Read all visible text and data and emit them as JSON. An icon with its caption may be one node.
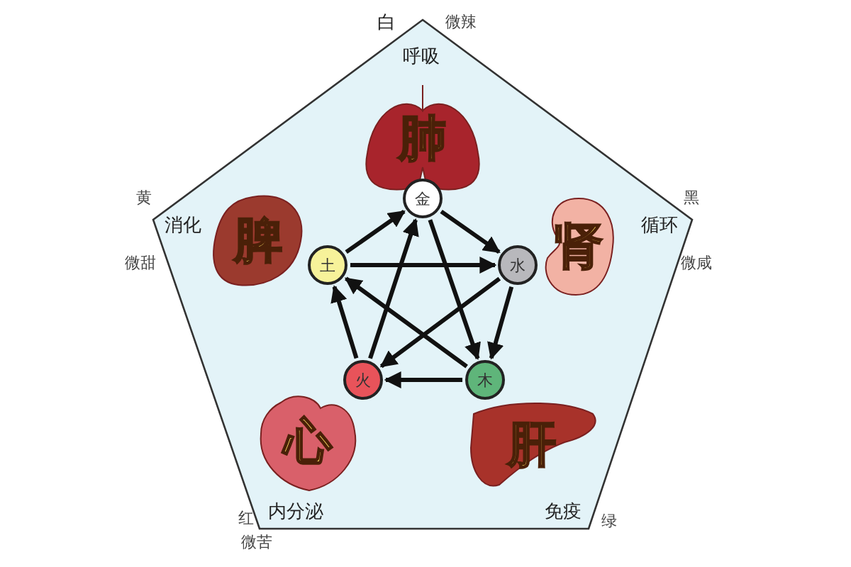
{
  "diagram": {
    "nodes": [
      {
        "text": [
          "肺"
        ]
      },
      {
        "text": [
          "金"
        ]
      },
      {
        "text": [
          "脾"
        ]
      },
      {
        "text": [
          "肾"
        ]
      },
      {
        "text": [
          "土"
        ]
      },
      {
        "text": [
          "水"
        ]
      },
      {
        "text": [
          "火"
        ]
      },
      {
        "text": [
          "木"
        ]
      },
      {
        "text": [
          "心"
        ]
      },
      {
        "text": [
          "肝"
        ]
      }
    ],
    "edges": [
      {
        "from": 4,
        "to": 1,
        "arrow": "to"
      },
      {
        "from": 1,
        "to": 5,
        "arrow": "to"
      },
      {
        "from": 5,
        "to": 7,
        "arrow": "to"
      },
      {
        "from": 7,
        "to": 6,
        "arrow": "to"
      },
      {
        "from": 6,
        "to": 4,
        "arrow": "to"
      },
      {
        "from": 4,
        "to": 5,
        "arrow": "to"
      },
      {
        "from": 6,
        "to": 1,
        "arrow": "to"
      },
      {
        "from": 1,
        "to": 7,
        "arrow": "to"
      },
      {
        "from": 7,
        "to": 4,
        "arrow": "to"
      },
      {
        "from": 5,
        "to": 6,
        "arrow": "to"
      }
    ],
    "labels": [
      "白",
      "微辣",
      "呼吸",
      "黄",
      "黑",
      "消化",
      "循环",
      "微甜",
      "微咸",
      "红",
      "内分泌",
      "免疫",
      "绿",
      "微苦"
    ]
  }
}
